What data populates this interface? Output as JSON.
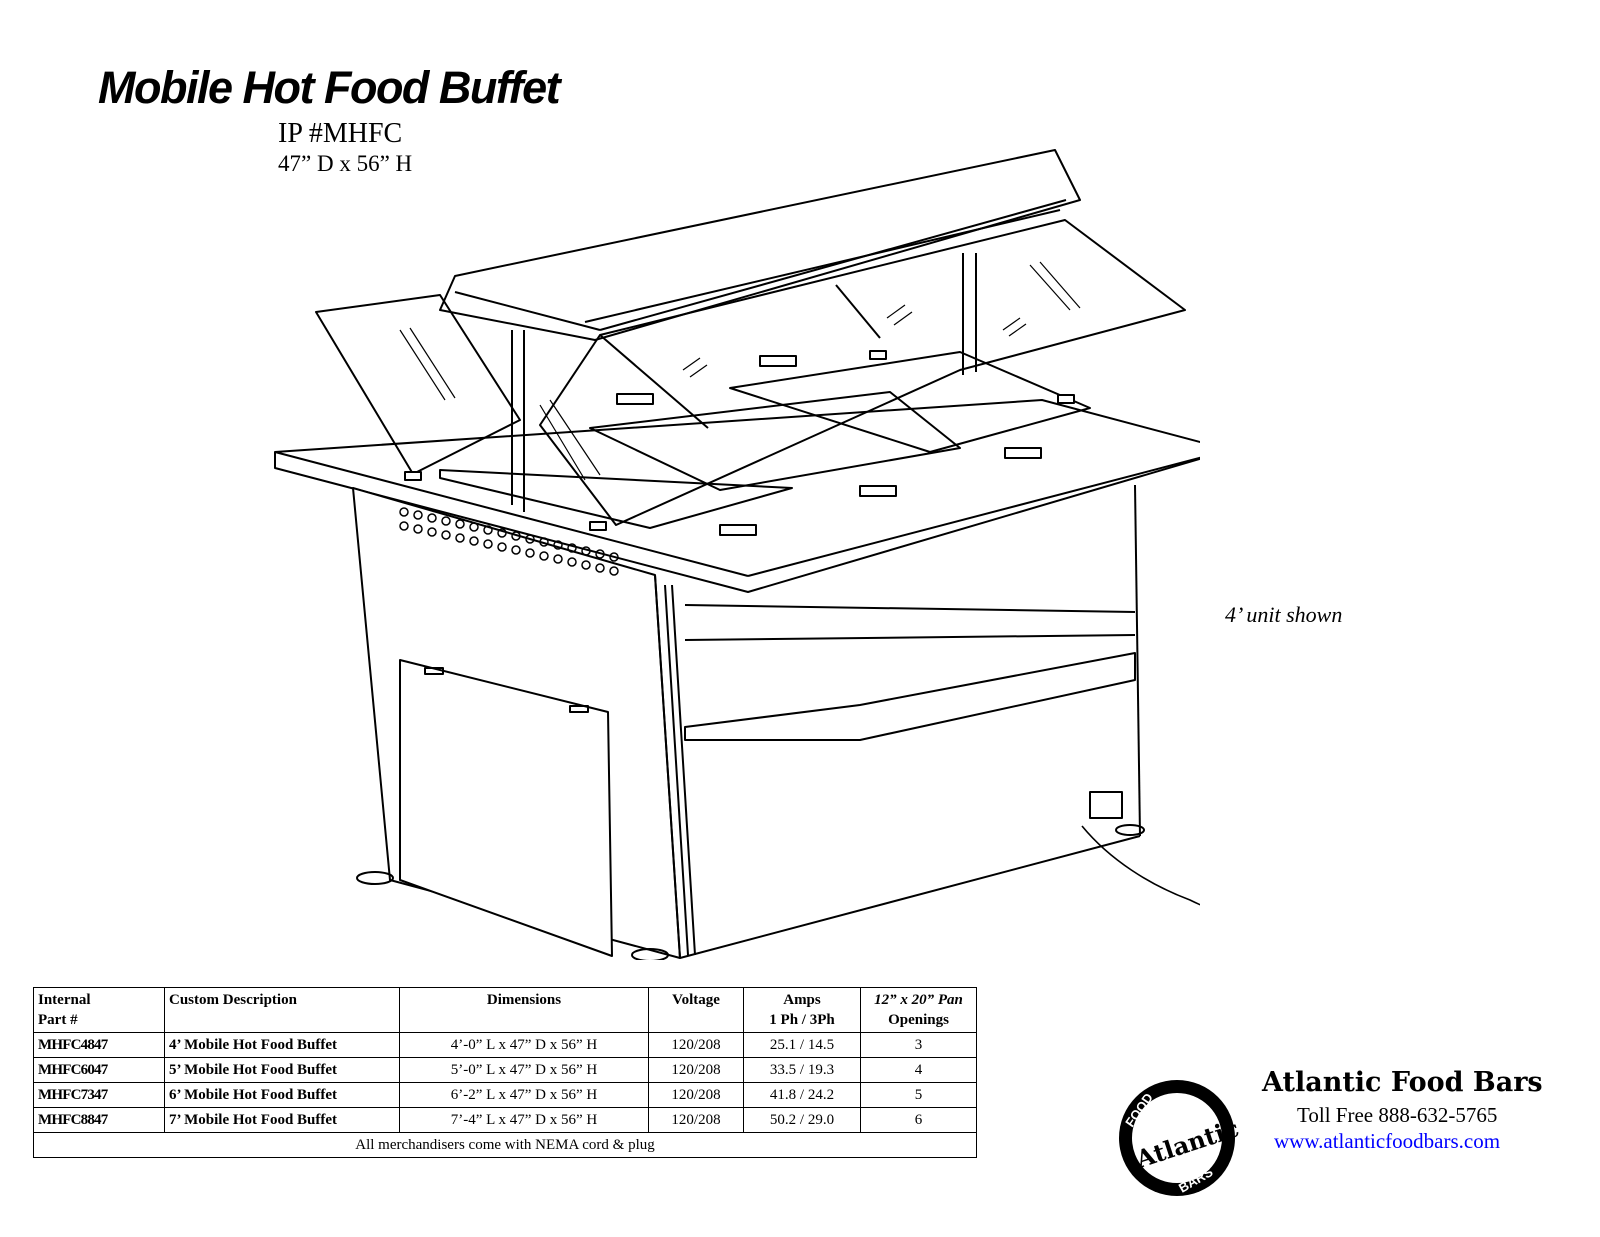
{
  "header": {
    "title": "Mobile Hot Food Buffet",
    "part_label": "IP #MHFC",
    "size_label": "47” D x 56” H"
  },
  "drawing": {
    "note": "4’ unit shown"
  },
  "table": {
    "headers": {
      "part": [
        "Internal",
        "Part #"
      ],
      "description": "Custom Description",
      "dimensions": "Dimensions",
      "voltage": "Voltage",
      "amps": [
        "Amps",
        "1 Ph / 3Ph"
      ],
      "openings": [
        "12” x 20” Pan",
        "Openings"
      ]
    },
    "rows": [
      {
        "part": "MHFC4847",
        "description": "4’ Mobile Hot Food Buffet",
        "dimensions": "4’-0” L x 47” D x 56” H",
        "voltage": "120/208",
        "amps": "25.1 / 14.5",
        "openings": "3"
      },
      {
        "part": "MHFC6047",
        "description": "5’ Mobile Hot Food Buffet",
        "dimensions": "5’-0” L x 47” D x 56” H",
        "voltage": "120/208",
        "amps": "33.5 / 19.3",
        "openings": "4"
      },
      {
        "part": "MHFC7347",
        "description": "6’ Mobile Hot Food Buffet",
        "dimensions": "6’-2” L x 47” D x 56” H",
        "voltage": "120/208",
        "amps": "41.8 / 24.2",
        "openings": "5"
      },
      {
        "part": "MHFC8847",
        "description": "7’ Mobile Hot Food Buffet",
        "dimensions": "7’-4” L x 47” D x 56” H",
        "voltage": "120/208",
        "amps": "50.2 / 29.0",
        "openings": "6"
      }
    ],
    "footer": "All merchandisers come with NEMA cord & plug"
  },
  "company": {
    "name": "Atlantic Food Bars",
    "phone": "Toll Free 888-632-5765",
    "website": "www.atlanticfoodbars.com",
    "logo_text": {
      "center": "Atlantic",
      "top": "FOOD",
      "bottom": "BARS"
    }
  },
  "colors": {
    "link": "#0000ff",
    "ink": "#000000"
  }
}
